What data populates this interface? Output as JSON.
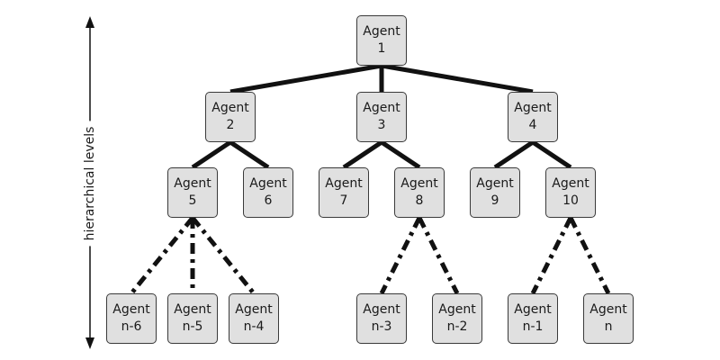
{
  "axis": {
    "label": "hierarchical levels"
  },
  "nodes": [
    {
      "id": "1",
      "title": "Agent",
      "number": "1"
    },
    {
      "id": "2",
      "title": "Agent",
      "number": "2"
    },
    {
      "id": "3",
      "title": "Agent",
      "number": "3"
    },
    {
      "id": "4",
      "title": "Agent",
      "number": "4"
    },
    {
      "id": "5",
      "title": "Agent",
      "number": "5"
    },
    {
      "id": "6",
      "title": "Agent",
      "number": "6"
    },
    {
      "id": "7",
      "title": "Agent",
      "number": "7"
    },
    {
      "id": "8",
      "title": "Agent",
      "number": "8"
    },
    {
      "id": "9",
      "title": "Agent",
      "number": "9"
    },
    {
      "id": "10",
      "title": "Agent",
      "number": "10"
    },
    {
      "id": "n-6",
      "title": "Agent",
      "number": "n-6"
    },
    {
      "id": "n-5",
      "title": "Agent",
      "number": "n-5"
    },
    {
      "id": "n-4",
      "title": "Agent",
      "number": "n-4"
    },
    {
      "id": "n-3",
      "title": "Agent",
      "number": "n-3"
    },
    {
      "id": "n-2",
      "title": "Agent",
      "number": "n-2"
    },
    {
      "id": "n-1",
      "title": "Agent",
      "number": "n-1"
    },
    {
      "id": "n",
      "title": "Agent",
      "number": "n"
    }
  ],
  "edges": [
    {
      "from": "1",
      "to": "2",
      "style": "solid"
    },
    {
      "from": "1",
      "to": "3",
      "style": "solid"
    },
    {
      "from": "1",
      "to": "4",
      "style": "solid"
    },
    {
      "from": "2",
      "to": "5",
      "style": "solid"
    },
    {
      "from": "2",
      "to": "6",
      "style": "solid"
    },
    {
      "from": "3",
      "to": "7",
      "style": "solid"
    },
    {
      "from": "3",
      "to": "8",
      "style": "solid"
    },
    {
      "from": "4",
      "to": "9",
      "style": "solid"
    },
    {
      "from": "4",
      "to": "10",
      "style": "solid"
    },
    {
      "from": "5",
      "to": "n-6",
      "style": "dash-dot"
    },
    {
      "from": "5",
      "to": "n-5",
      "style": "dash-dot"
    },
    {
      "from": "5",
      "to": "n-4",
      "style": "dash-dot"
    },
    {
      "from": "8",
      "to": "n-3",
      "style": "dash-dot"
    },
    {
      "from": "8",
      "to": "n-2",
      "style": "dash-dot"
    },
    {
      "from": "10",
      "to": "n-1",
      "style": "dash-dot"
    },
    {
      "from": "10",
      "to": "n",
      "style": "dash-dot"
    }
  ],
  "colors": {
    "node_fill": "#e0e0e0",
    "node_border": "#3a3a3a",
    "edge": "#111111",
    "text": "#1a1a1a"
  }
}
